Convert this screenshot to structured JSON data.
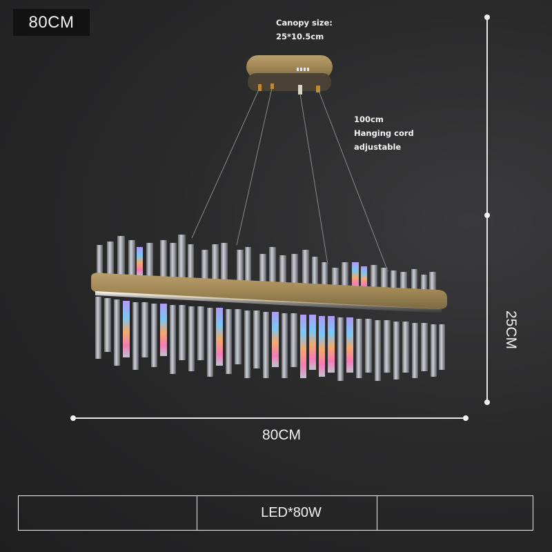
{
  "badge": {
    "label": "80CM"
  },
  "annotations": {
    "canopy": {
      "line1": "Canopy size:",
      "line2": "25*10.5cm"
    },
    "cord": {
      "line1": "100cm",
      "line2": "Hanging cord",
      "line3": "adjustable"
    }
  },
  "dimensions": {
    "width_label": "80CM",
    "height_label": "25CM"
  },
  "spec_table": {
    "cells": [
      "",
      "LED*80W",
      ""
    ]
  },
  "product": {
    "type": "oval crystal chandelier",
    "finish_color": "#a8905f",
    "background_color": "#2a2a2b"
  }
}
